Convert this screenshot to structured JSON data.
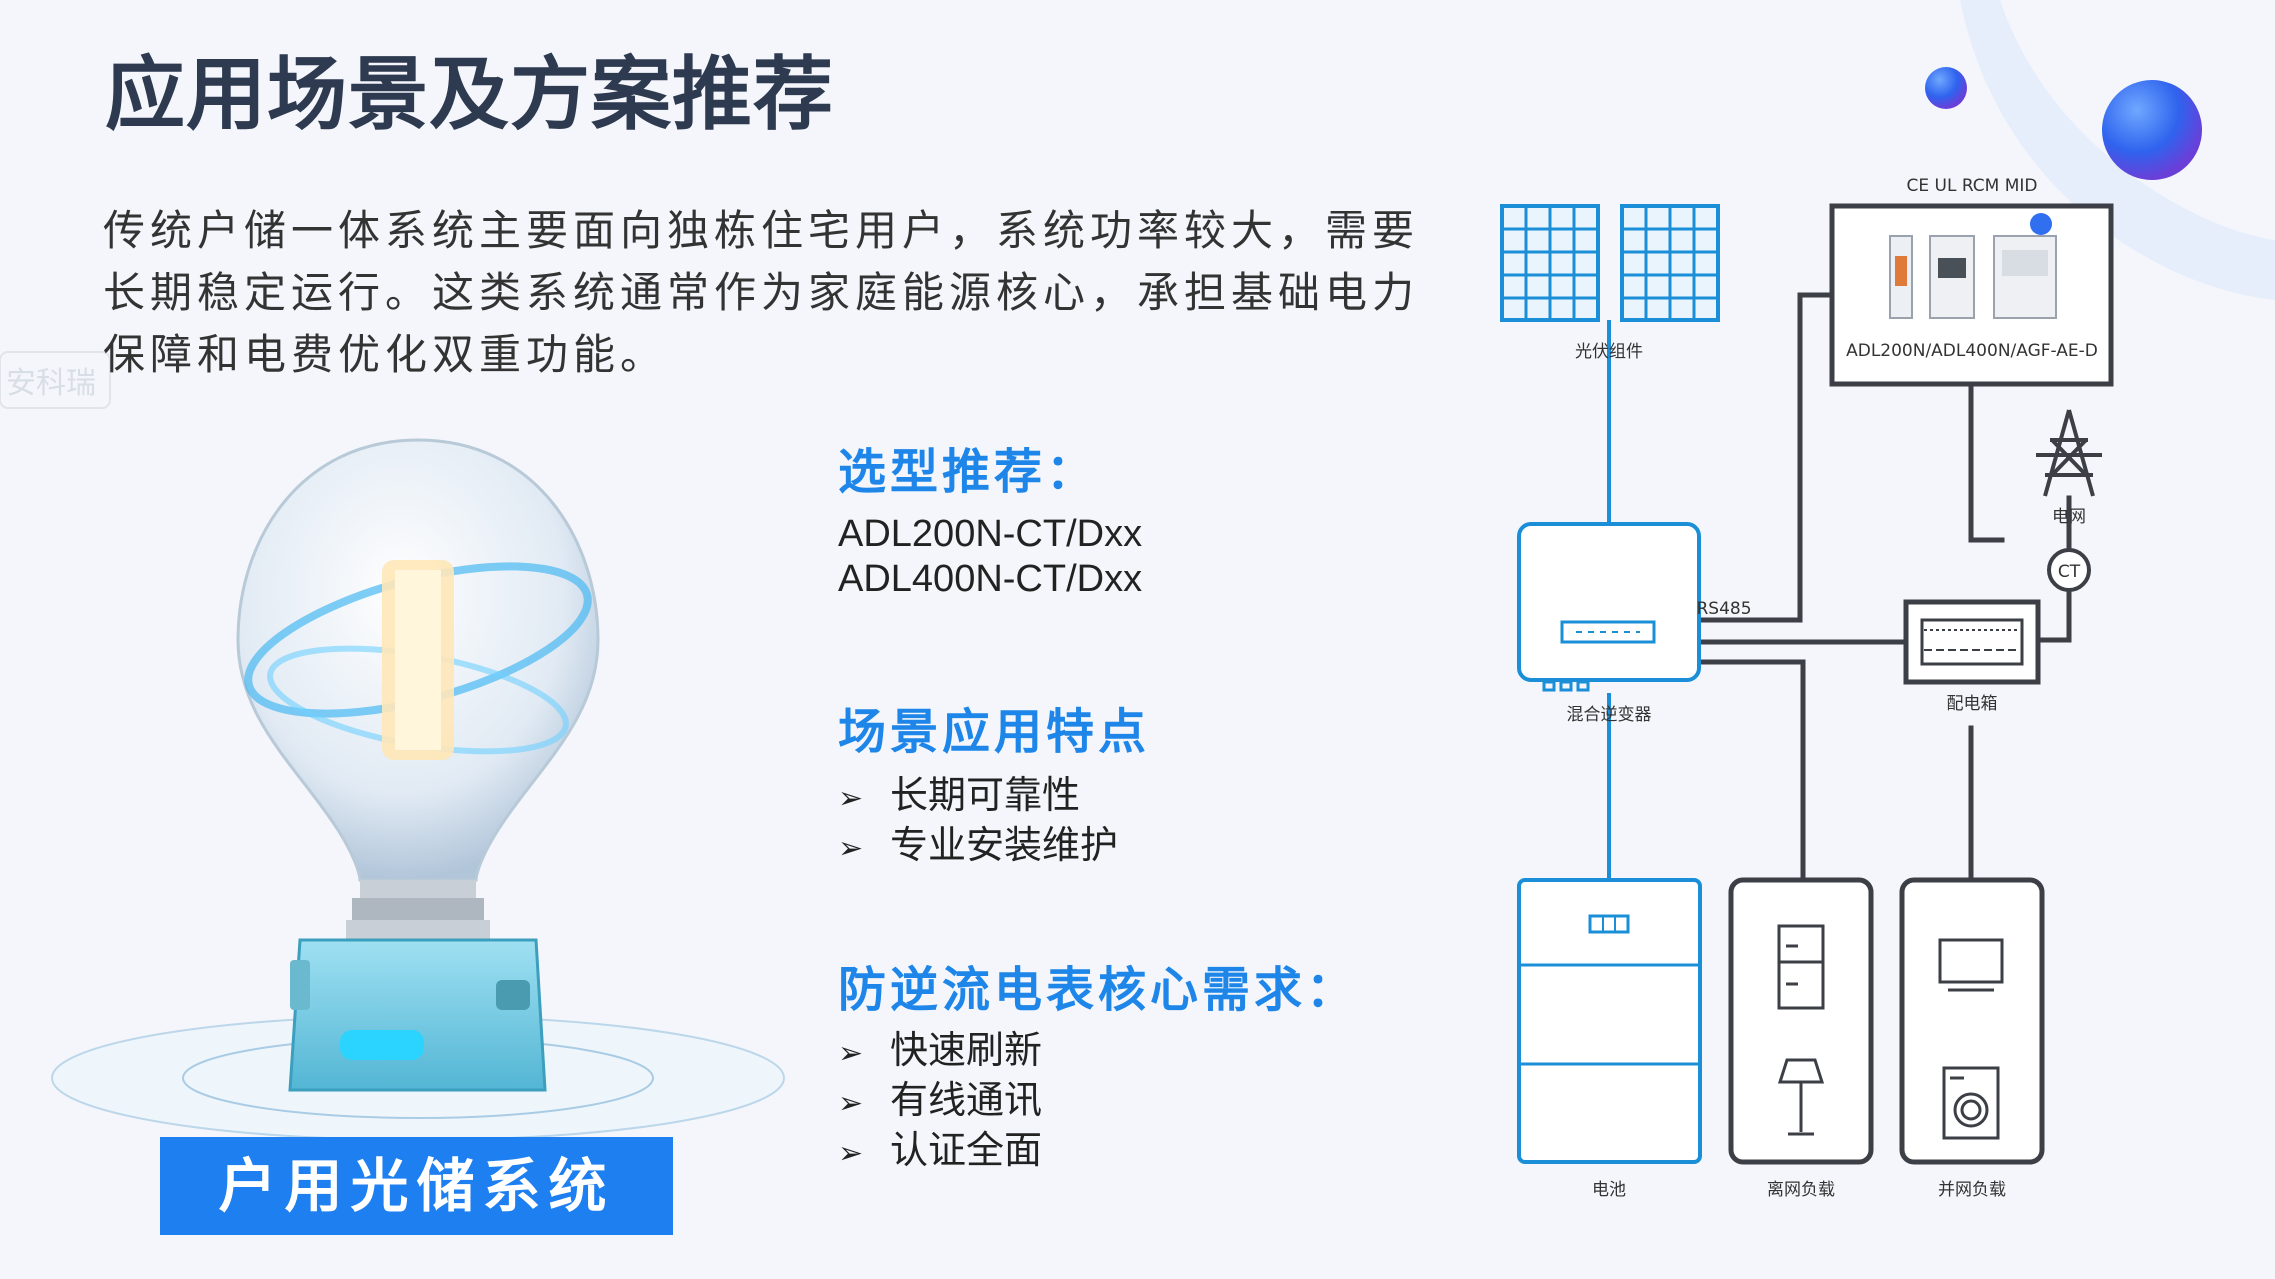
{
  "title": "应用场景及方案推荐",
  "intro": "传统户储一体系统主要面向独栋住宅用户，系统功率较大，需要长期稳定运行。这类系统通常作为家庭能源核心，承担基础电力保障和电费优化双重功能。",
  "selection": {
    "heading": "选型推荐：",
    "models": [
      "ADL200N-CT/Dxx",
      "ADL400N-CT/Dxx"
    ]
  },
  "features": {
    "heading": "场景应用特点",
    "items": [
      "长期可靠性",
      "专业安装维护"
    ]
  },
  "requirements": {
    "heading": "防逆流电表核心需求：",
    "items": [
      "快速刷新",
      "有线通讯",
      "认证全面"
    ]
  },
  "bullet_glyph": "➢",
  "banner": "户用光储系统",
  "watermark": "安科瑞",
  "diagram": {
    "certifications": "CE  UL  RCM  MID",
    "meter_models": "ADL200N/ADL400N/AGF-AE-D",
    "pv": "光伏组件",
    "grid": "电网",
    "ct": "CT",
    "rs485": "RS485",
    "inverter": "混合逆变器",
    "distribution_box": "配电箱",
    "battery": "电池",
    "offgrid_load": "离网负载",
    "ongrid_load": "并网负载"
  },
  "colors": {
    "accent_blue": "#1e86e8",
    "banner_blue": "#1d7ff0",
    "diagram_blue": "#1a8fd8",
    "line_dark": "#3c3f46",
    "title": "#2d3a4f"
  },
  "icons": [
    "solar-panel-icon",
    "power-tower-icon",
    "meter-device-icon",
    "fridge-icon",
    "lamp-icon",
    "tv-icon",
    "washing-machine-icon",
    "lightbulb-illustration"
  ]
}
